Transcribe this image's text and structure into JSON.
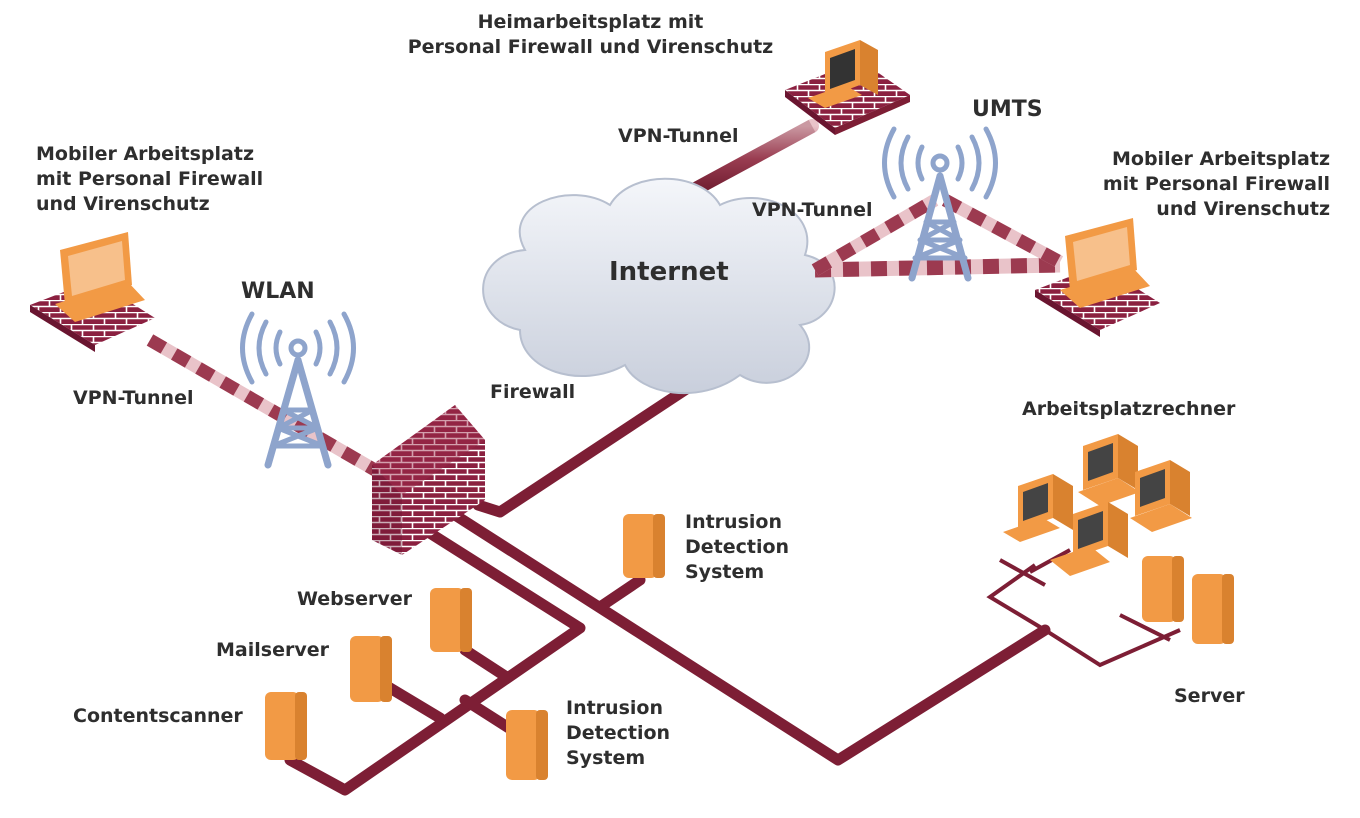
{
  "labels": {
    "home_office": [
      "Heimarbeitsplatz mit",
      "Personal Firewall und Virenschutz"
    ],
    "mobile_left": [
      "Mobiler Arbeitsplatz",
      "mit Personal Firewall",
      "und Virenschutz"
    ],
    "mobile_right": [
      "Mobiler Arbeitsplatz",
      "mit Personal Firewall",
      "und Virenschutz"
    ],
    "umts": "UMTS",
    "wlan": "WLAN",
    "internet": "Internet",
    "vpn_top": "VPN-Tunnel",
    "vpn_mid": "VPN-Tunnel",
    "vpn_left": "VPN-Tunnel",
    "firewall": "Firewall",
    "workstations": "Arbeitsplatzrechner",
    "ids_mid": [
      "Intrusion",
      "Detection",
      "System"
    ],
    "ids_low": [
      "Intrusion",
      "Detection",
      "System"
    ],
    "webserver": "Webserver",
    "mailserver": "Mailserver",
    "contentscanner": "Contentscanner",
    "server": "Server"
  },
  "colors": {
    "network_line": "#7d1e35",
    "brick": "#8b2040",
    "device_orange": "#f29a45",
    "antenna_blue": "#8ea4cc",
    "cloud": "#dfe3ec",
    "text": "#2e2e2e"
  }
}
